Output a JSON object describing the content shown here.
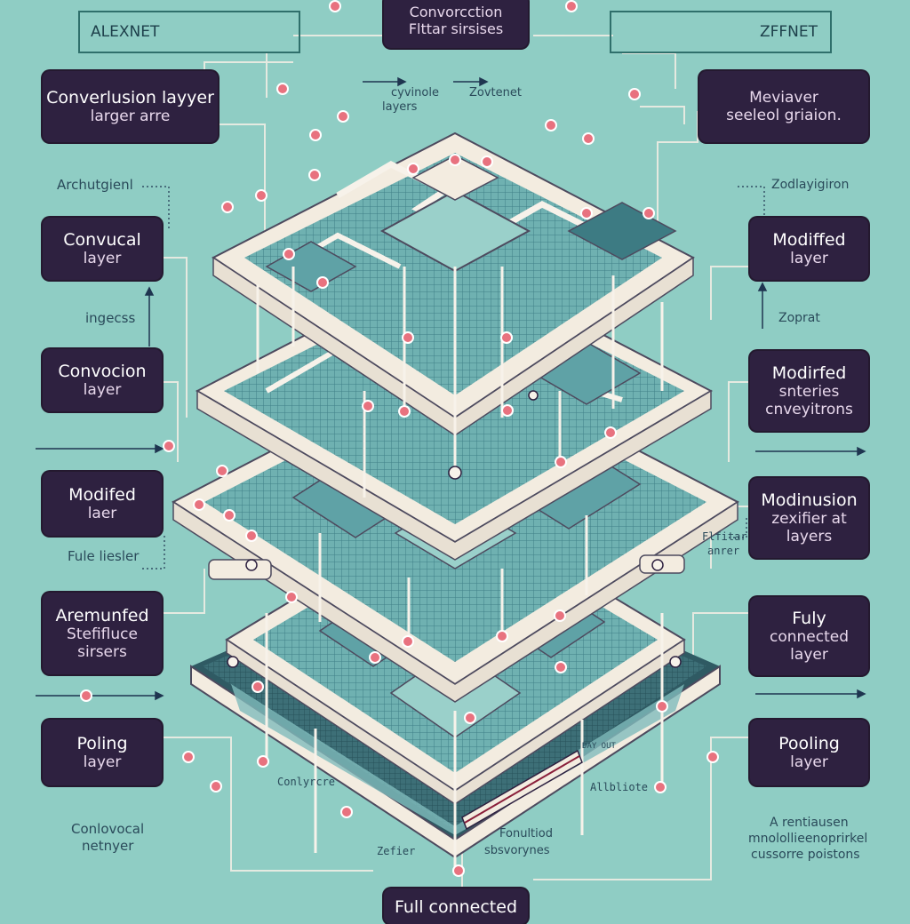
{
  "headers": {
    "left": "ALEXNET",
    "center_line1": "Convorcction",
    "center_line2": "Flttar sirsises",
    "right": "ZFFNET"
  },
  "left_boxes": [
    {
      "line1": "Converlusion layyer",
      "line2": "larger arre"
    },
    {
      "line1": "Convucal",
      "line2": "layer"
    },
    {
      "line1": "Convocion",
      "line2": "layer"
    },
    {
      "line1": "Modifed",
      "line2": "laer"
    },
    {
      "line1": "Aremunfed",
      "line2": "Stefifluce",
      "line3": "sirsers"
    },
    {
      "line1": "Poling",
      "line2": "layer"
    }
  ],
  "right_boxes": [
    {
      "line1": "Meviaver",
      "line2": "seeleol griaion."
    },
    {
      "line1": "Modiffed",
      "line2": "layer"
    },
    {
      "line1": "Modirfed",
      "line2": "snteries",
      "line3": "cnveyitrons"
    },
    {
      "line1": "Modinusion",
      "line2": "zexifier at",
      "line3": "layers"
    },
    {
      "line1": "Fuly",
      "line2": "connected",
      "line3": "layer"
    },
    {
      "line1": "Pooling",
      "line2": "layer"
    }
  ],
  "bottom_box": {
    "label": "Full connected"
  },
  "free_labels": {
    "archutgienl": "Archutgienl",
    "ingecss": "ingecss",
    "fule_liesler": "Fule liesler",
    "conlovocal": "Conlovocal",
    "netnyer": "netnyer",
    "cyvinole": "cyvinole",
    "layers_top": "layers",
    "zovtenet": "Zovtenet",
    "zodlayigiron": "Zodlayigiron",
    "zoprat": "Zoprat",
    "flfitar": "Flfitar",
    "anrer": "anrer",
    "a_rentiausen": "A rentiausen",
    "mnolollieenoprirkel": "mnolollieenoprirkel",
    "cussorre_poistons": "cussorre poistons",
    "conlyrcre": "Conlyrcre",
    "zefier": "Zefier",
    "fonultiod": "Fonultiod",
    "sbsvorynes": "sbsvorynes",
    "albliote": "Allbliote",
    "day_out": "DAY OUT"
  },
  "colors": {
    "background": "#8fcdc4",
    "box": "#2e2140",
    "plate": "#f3ece0",
    "plate_edge": "#4d4a5e",
    "grid": "#5c9aa3",
    "node": "#e8727f",
    "wire": "#f7f2ea"
  }
}
